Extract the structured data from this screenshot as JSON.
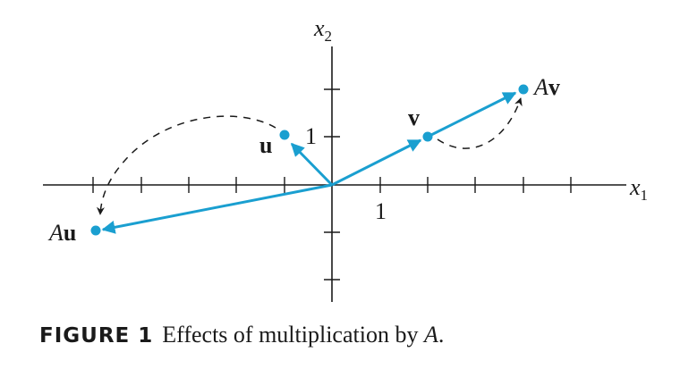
{
  "colors": {
    "vector": "#1a9fd0",
    "axis": "#1a1a1a"
  },
  "axes": {
    "x1_label": "x",
    "x1_sub": "1",
    "x2_label": "x",
    "x2_sub": "2",
    "x_tick_label": "1",
    "y_tick_label": "1"
  },
  "vectors": {
    "u": {
      "label": "u",
      "coords": [
        -1,
        1
      ]
    },
    "v": {
      "label": "v",
      "coords": [
        2,
        1
      ]
    },
    "Au": {
      "label_prefix": "A",
      "label_vector": "u",
      "coords": [
        -5,
        -1
      ]
    },
    "Av": {
      "label_prefix": "A",
      "label_vector": "v",
      "coords": [
        4,
        2
      ]
    }
  },
  "caption": {
    "label": "FIGURE 1",
    "text": "Effects of multiplication by ",
    "variable": "A",
    "end": "."
  }
}
